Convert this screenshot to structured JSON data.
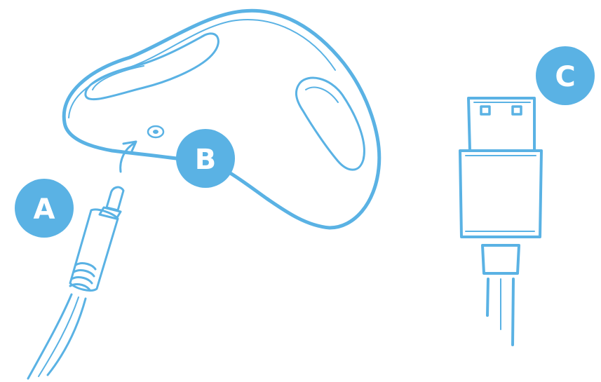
{
  "colors": {
    "line": "#5ab2e4",
    "badge": "#5ab2e4",
    "badge_text": "#ffffff",
    "background": "#ffffff"
  },
  "labels": {
    "a": "A",
    "b": "B",
    "c": "C"
  },
  "icons": {
    "device": "earbud-device-icon",
    "jack_plug": "audio-jack-plug-icon",
    "port": "charging-port-icon",
    "arrow": "insert-arrow-icon",
    "usb": "usb-connector-icon"
  }
}
